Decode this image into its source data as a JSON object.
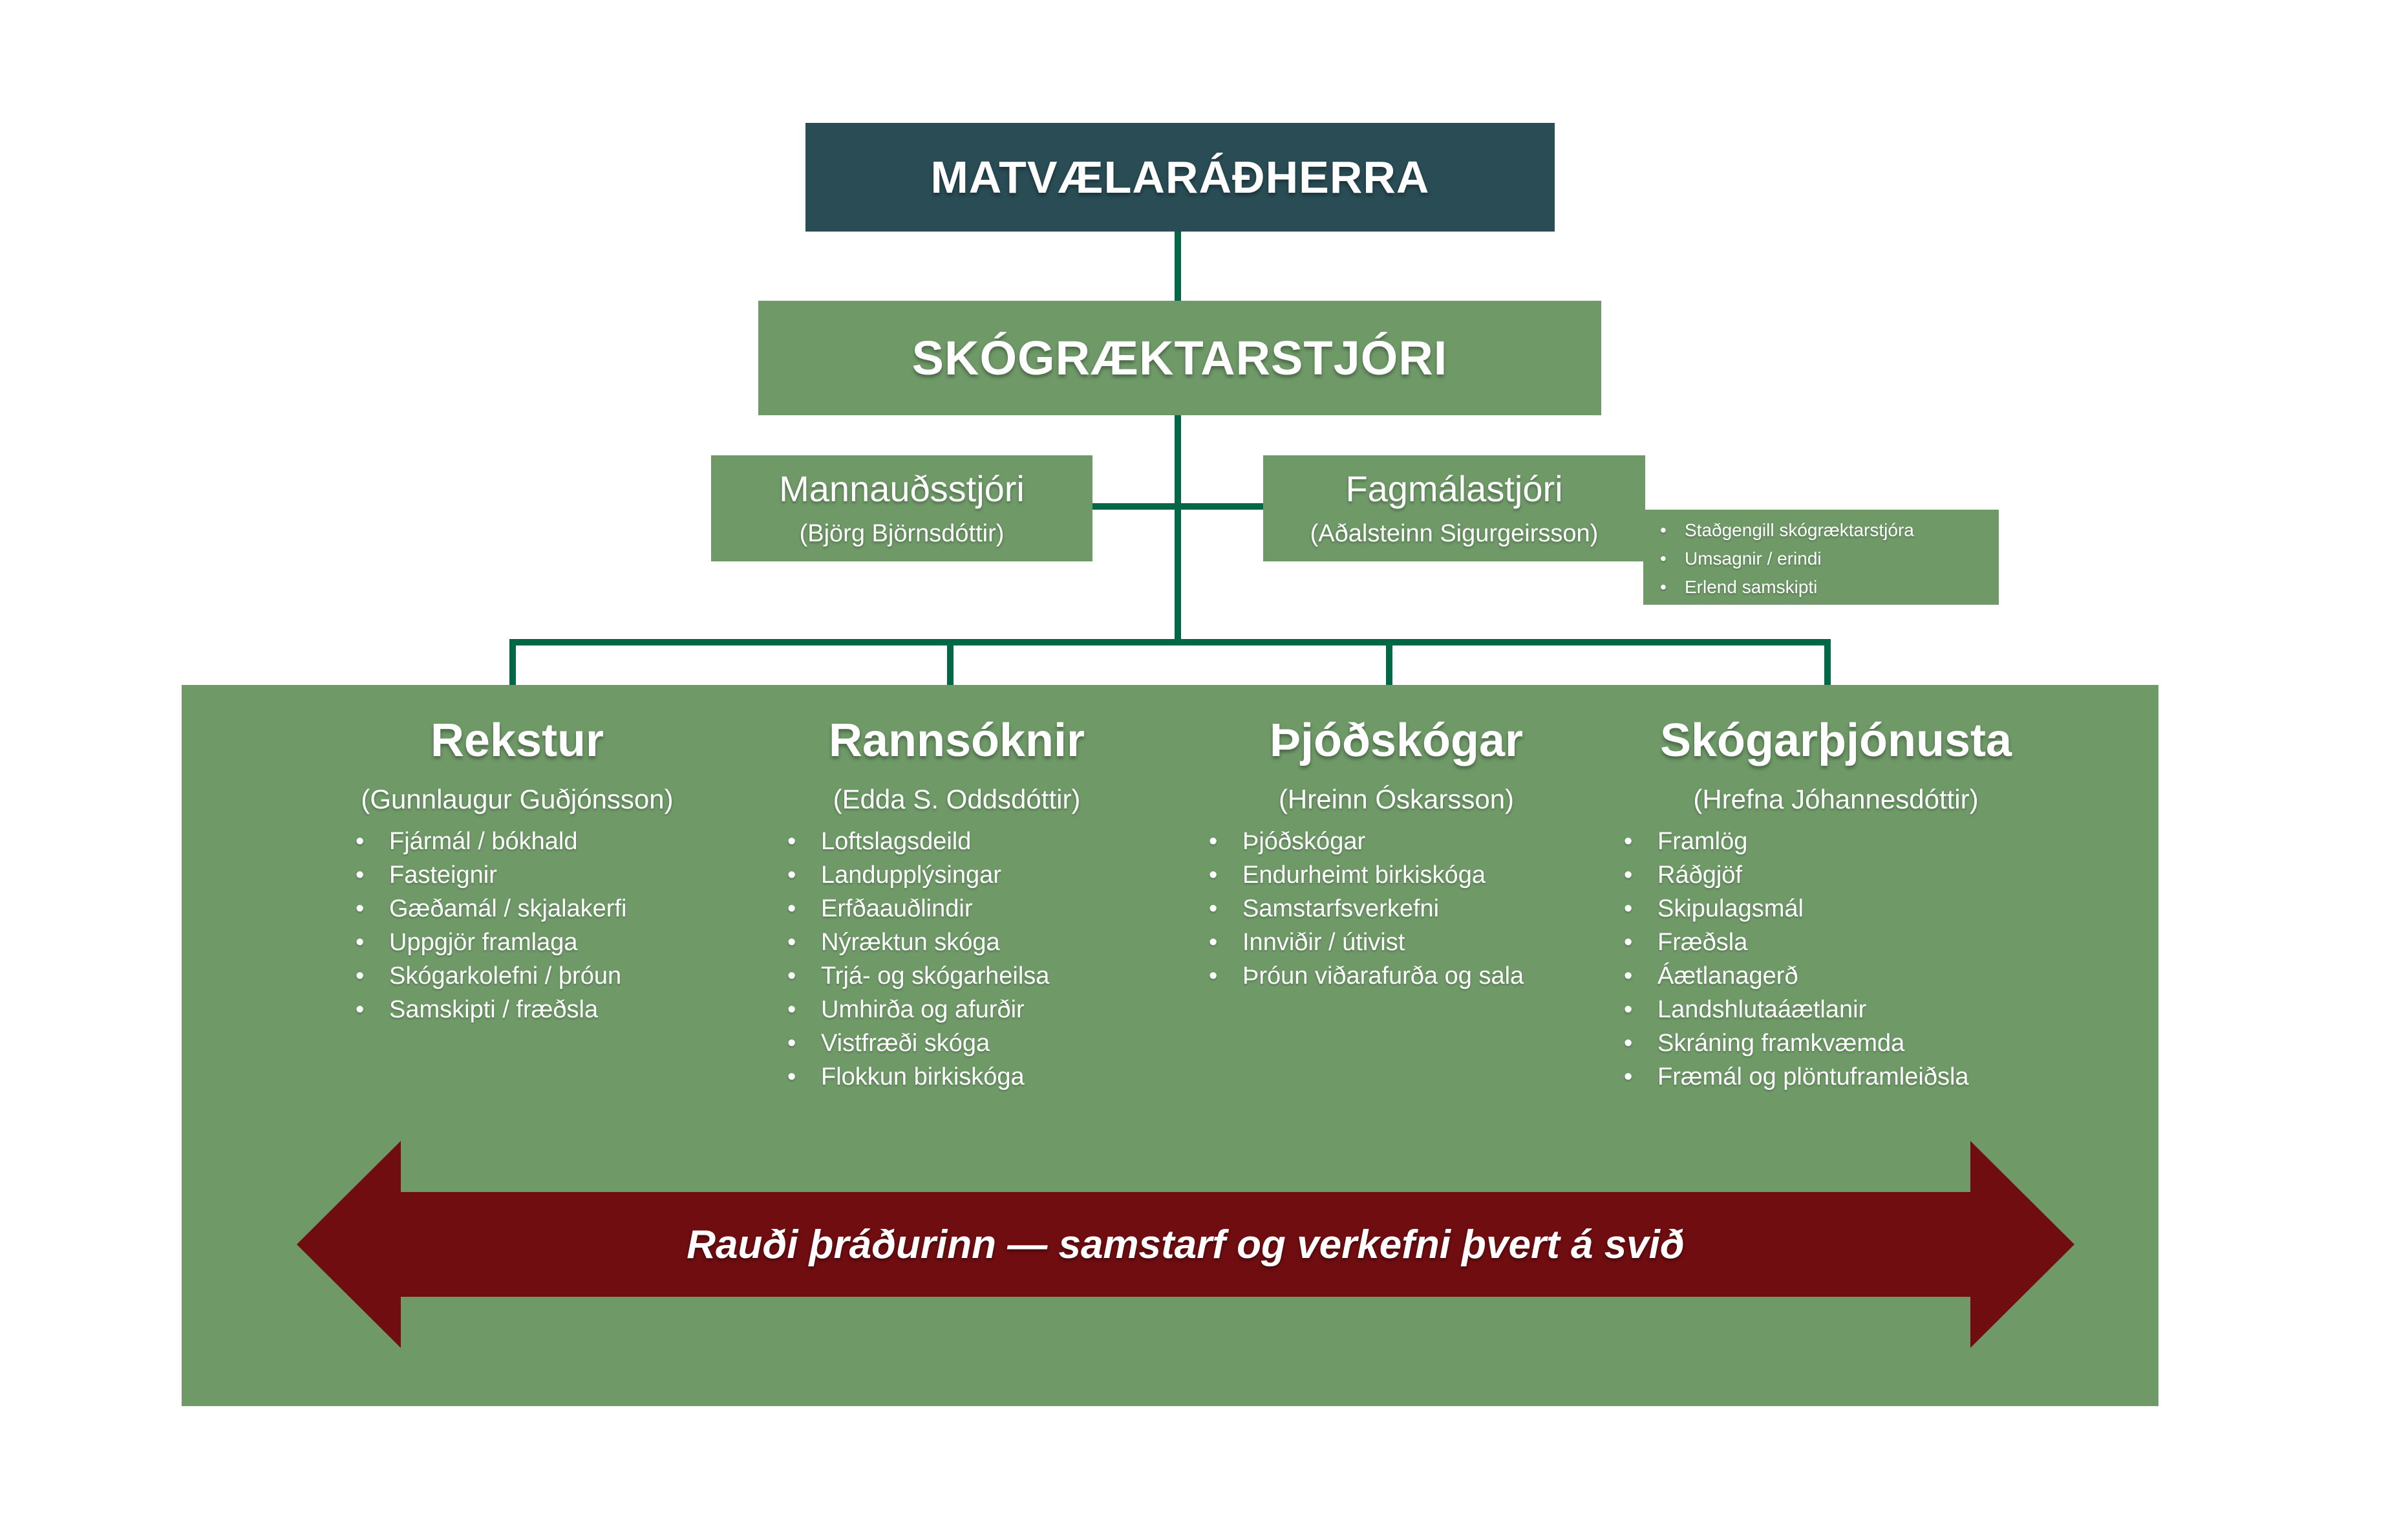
{
  "palette": {
    "teal": "#294C55",
    "green": "#6F9A68",
    "connector_green": "#016847",
    "maroon": "#6F0D11",
    "text": "#FFFFFF",
    "background": "#FFFFFF"
  },
  "minister_box": {
    "label": "MATVÆLARÁÐHERRA"
  },
  "director_box": {
    "label": "SKÓGRÆKTARSTJÓRI"
  },
  "staff_boxes": [
    {
      "title": "Mannauðsstjóri",
      "name": "(Björg Björnsdóttir)"
    },
    {
      "title": "Fagmálastjóri",
      "name": "(Aðalsteinn Sigurgeirsson)"
    }
  ],
  "deputy_tasks": [
    "Staðgengill skógræktarstjóra",
    "Umsagnir / erindi",
    "Erlend samskipti"
  ],
  "divisions": [
    {
      "title": "Rekstur",
      "name": "(Gunnlaugur Guðjónsson)",
      "items": [
        "Fjármál / bókhald",
        "Fasteignir",
        "Gæðamál / skjalakerfi",
        "Uppgjör framlaga",
        "Skógarkolefni / þróun",
        "Samskipti / fræðsla"
      ]
    },
    {
      "title": "Rannsóknir",
      "name": "(Edda S. Oddsdóttir)",
      "items": [
        "Loftslagsdeild",
        "Landupplýsingar",
        "Erfðaauðlindir",
        "Nýræktun skóga",
        "Trjá- og skógarheilsa",
        "Umhirða og afurðir",
        "Vistfræði skóga",
        "Flokkun birkiskóga"
      ]
    },
    {
      "title": "Þjóðskógar",
      "name": "(Hreinn Óskarsson)",
      "items": [
        "Þjóðskógar",
        "Endurheimt birkiskóga",
        "Samstarfsverkefni",
        "Innviðir / útivist",
        "Þróun viðarafurða og sala"
      ]
    },
    {
      "title": "Skógarþjónusta",
      "name": "(Hrefna Jóhannesdóttir)",
      "items": [
        "Framlög",
        "Ráðgjöf",
        "Skipulagsmál",
        "Fræðsla",
        "Áætlanagerð",
        "Landshlutaáætlanir",
        "Skráning framkvæmda",
        "Fræmál og plöntuframleiðsla"
      ]
    }
  ],
  "banner": {
    "label": "Rauði þráðurinn — samstarf og verkefni þvert á svið"
  }
}
